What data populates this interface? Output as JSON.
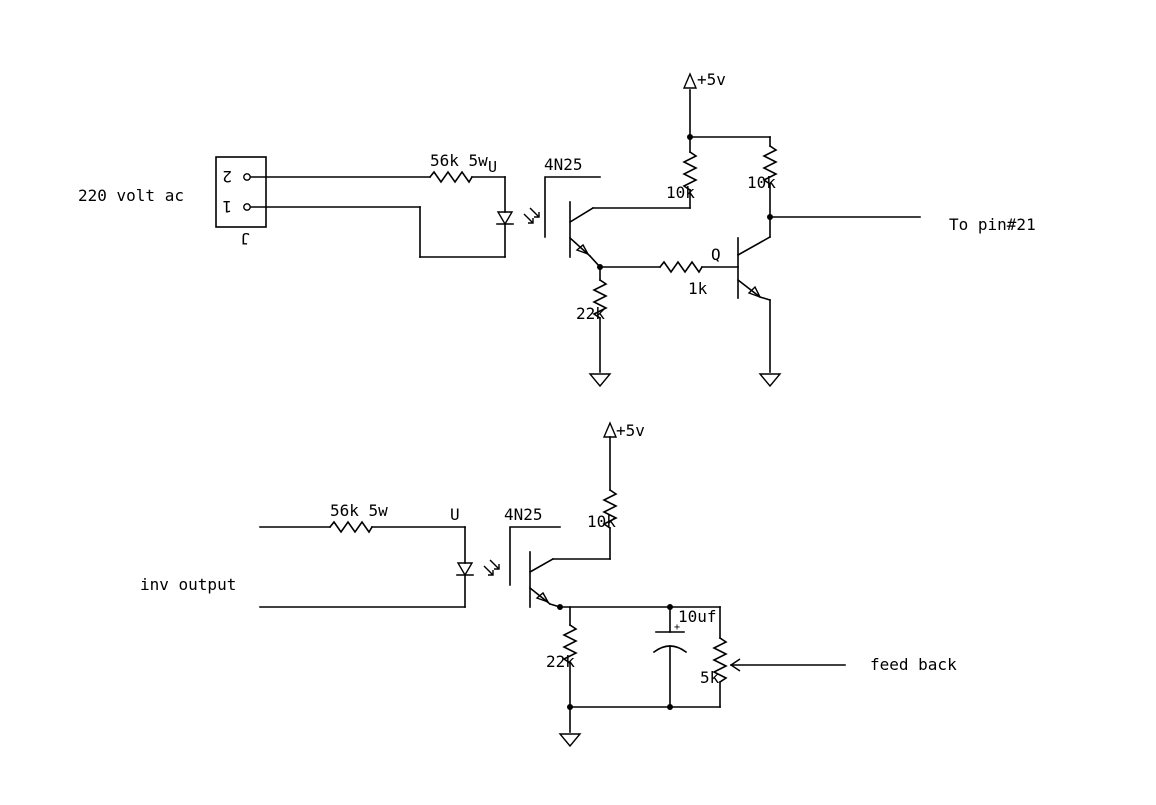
{
  "top_circuit": {
    "input_label": "220 volt ac",
    "connector_pin_2": "2",
    "connector_pin_1": "1",
    "connector_ref": "J",
    "input_resistor": "56k 5w",
    "led_ref": "U",
    "opto_part": "4N25",
    "pullup_left": "10k",
    "pullup_right": "10k",
    "supply": "+5v",
    "emitter_resistor": "22k",
    "base_resistor": "1k",
    "transistor_ref": "Q",
    "output_label": "To pin#21"
  },
  "bottom_circuit": {
    "input_label": "inv output",
    "input_resistor": "56k 5w",
    "led_ref": "U",
    "opto_part": "4N25",
    "supply": "+5v",
    "pullup": "10k",
    "emitter_resistor": "22k",
    "capacitor": "10uf",
    "potentiometer": "5k",
    "output_label": "feed back"
  }
}
